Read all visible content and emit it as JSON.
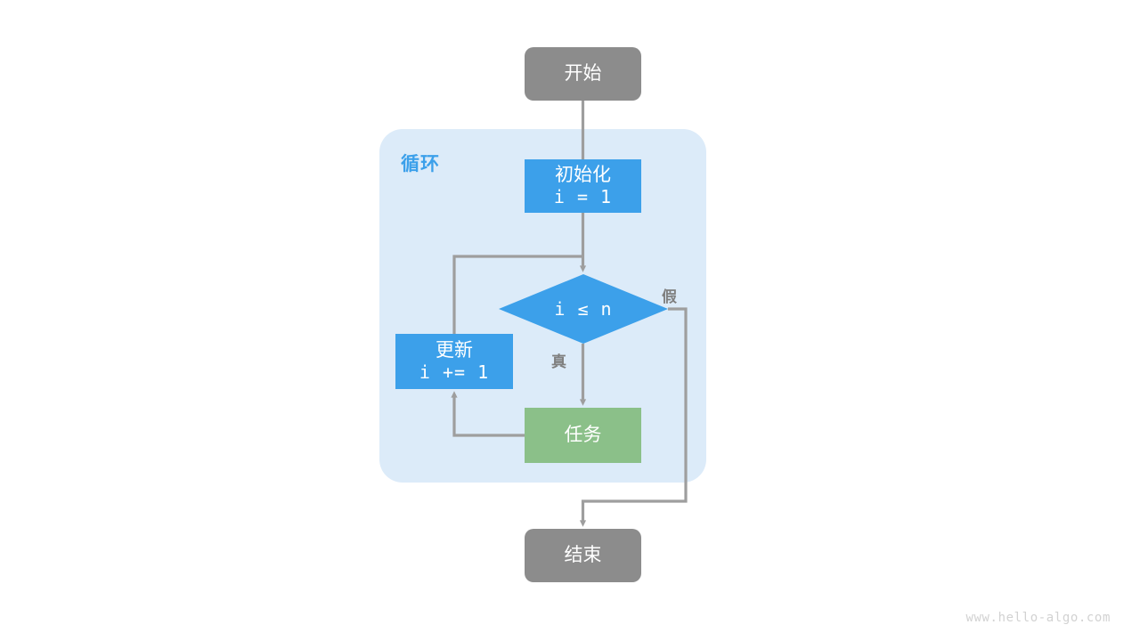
{
  "diagram": {
    "title": "for-loop-flowchart",
    "colors": {
      "terminal": "#8c8c8c",
      "process_blue": "#3ca0ea",
      "process_green": "#8bc089",
      "region_bg": "#dcebf9",
      "edge": "#9e9e9e",
      "watermark": "#d2d2d2"
    },
    "region": {
      "label": "循环"
    },
    "nodes": {
      "start": {
        "label": "开始",
        "shape": "terminal"
      },
      "init": {
        "label": "初始化",
        "expression": "i = 1",
        "shape": "process"
      },
      "condition": {
        "label": "i ≤ n",
        "shape": "decision"
      },
      "task": {
        "label": "任务",
        "shape": "process"
      },
      "update": {
        "label": "更新",
        "expression": "i += 1",
        "shape": "process"
      },
      "end": {
        "label": "结束",
        "shape": "terminal"
      }
    },
    "edge_labels": {
      "true": "真",
      "false": "假"
    },
    "watermark": "www.hello-algo.com"
  }
}
